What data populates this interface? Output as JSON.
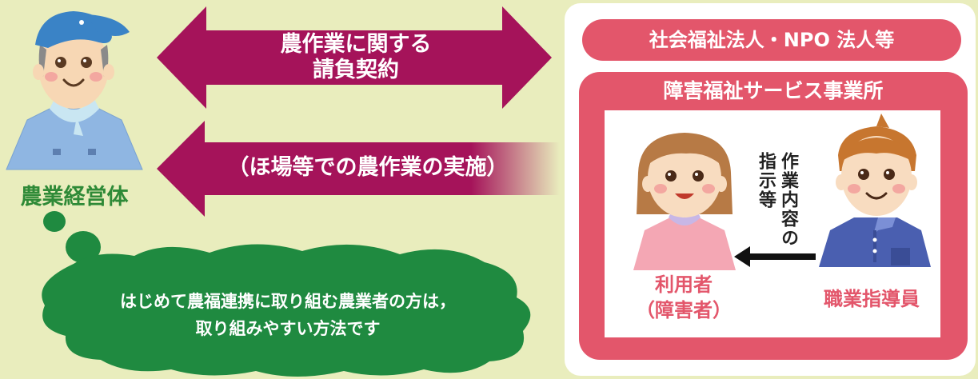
{
  "diagram": {
    "contract_arrow_label": [
      "農作業に関する",
      "請負契約"
    ],
    "work_arrow_label": "（ほ場等での農作業の実施）",
    "farmer_label": "農業経営体",
    "cloud_text": [
      "はじめて農福連携に取り組む農業者の方は，",
      "取り組みやすい方法です"
    ],
    "organization_label": "社会福祉法人・NPO 法人等",
    "office_label": "障害福祉サービス事業所",
    "instruction_col1": "作業内容の",
    "instruction_col2": "指示等",
    "user_label": [
      "利用者",
      "（障害者）"
    ],
    "instructor_label": "職業指導員"
  },
  "colors": {
    "background": "#e9edbd",
    "arrow": "#a5135a",
    "farmer_text": "#2f8a37",
    "cloud": "#1f8a40",
    "org_red": "#e3566b"
  },
  "icons": [
    "farmer-icon",
    "user-person-icon",
    "instructor-person-icon",
    "black-arrow-left-icon"
  ]
}
